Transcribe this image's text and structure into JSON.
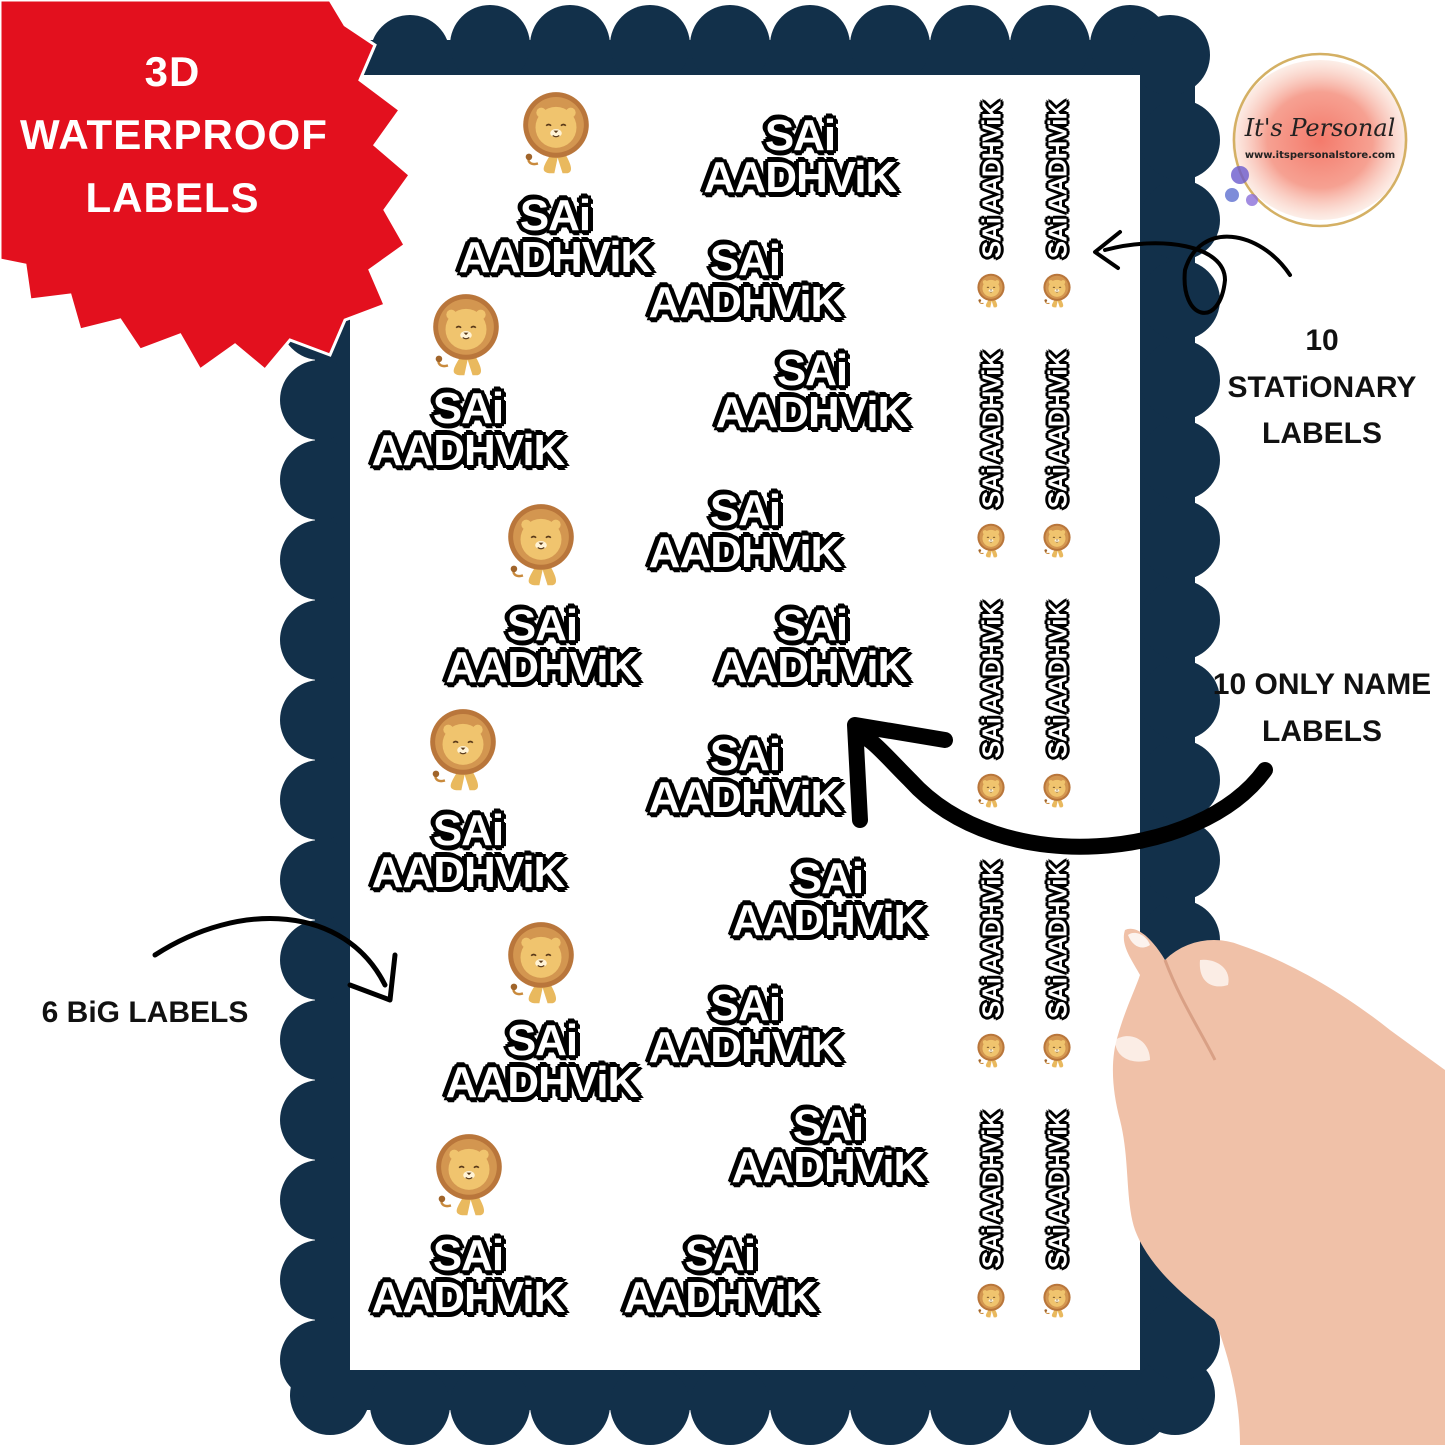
{
  "badge": {
    "lines": [
      "3D",
      "WATERPROOF",
      "LABELS"
    ],
    "color": "#e3101e"
  },
  "sheet": {
    "frame_color": "#12304a"
  },
  "big_label": {
    "line1": "SAi",
    "line2": "AADHViK"
  },
  "stationary_label": {
    "text": "SAi AADHViK"
  },
  "annotations": {
    "stationary": [
      "10 STATiONARY",
      "LABELS"
    ],
    "only_name": [
      "10 ONLY NAME",
      "LABELS"
    ],
    "big": "6 BiG LABELS"
  },
  "logo": {
    "title": "It's Personal",
    "url": "www.itspersonalstore.com"
  }
}
